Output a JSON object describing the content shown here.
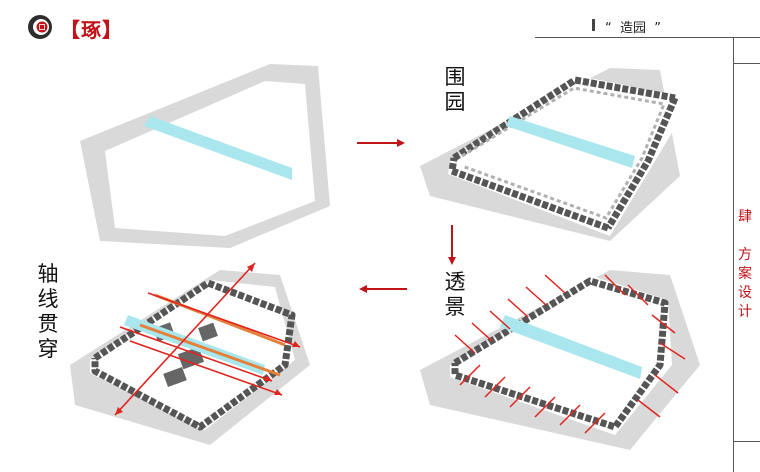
{
  "header": {
    "title": "【琢】",
    "quote": "“  造园  ”"
  },
  "sidebar": {
    "line1": "肆",
    "line2": "方案设计"
  },
  "labels": {
    "weiyuan": "围园",
    "toujing": "透景",
    "zhouxian": "轴线贯穿"
  },
  "colors": {
    "accent": "#c0141a",
    "water": "#a9e6ee",
    "arrow": "#e0241e",
    "axis_orange": "#e5803a",
    "ground": "#d9d9d9"
  }
}
